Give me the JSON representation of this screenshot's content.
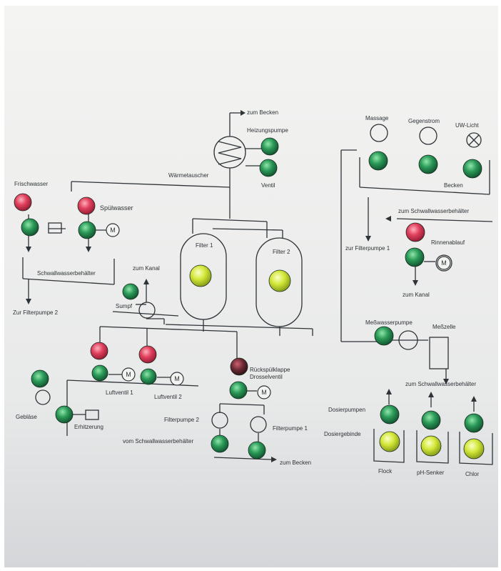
{
  "colors": {
    "panel_top": "#f3f3f1",
    "panel_bottom": "#d9dadc",
    "line": "#2e3338",
    "text": "#2d3236",
    "lamp_green": "#1d7a45",
    "lamp_green_light": "#6fd08e",
    "lamp_red": "#d8344f",
    "lamp_red_light": "#ff8fa0",
    "lamp_yellow": "#c6dc2a",
    "lamp_yellow_light": "#f6ff9c"
  },
  "labels": {
    "zum_becken_top": "zum Becken",
    "heizungspumpe": "Heizungspumpe",
    "ventil": "Ventil",
    "waermetauscher": "Wärmetauscher",
    "frischwasser": "Frischwasser",
    "spuelwasser": "Spülwasser",
    "schwallwasserbehaelter_left": "Schwallwasserbehälter",
    "zur_filterpumpe_2": "Zur Filterpumpe 2",
    "zum_kanal_left": "zum Kanal",
    "sumpf": "Sumpf",
    "filter_1": "Filter 1",
    "filter_2": "Filter 2",
    "luftventil_1": "Luftventil 1",
    "luftventil_2": "Luftventil 2",
    "rueckspuelklappe": "Rückspülklappe",
    "drosselventil": "Drosselventil",
    "gebläse": "Gebläse",
    "erhitzerung": "Erhitzerung",
    "filterpumpe_2": "Filterpumpe 2",
    "filterpumpe_1": "Filterpumpe 1",
    "zum_schwallwasserbehaelter_bottom": "vom Schwallwasserbehälter",
    "zum_becken_bottom": "zum Becken",
    "massage": "Massage",
    "gegenstrom": "Gegenstrom",
    "uv_licht": "UW-Licht",
    "becken": "Becken",
    "zum_schwallwasserbehaelter_right": "zum Schwallwasserbehälter",
    "zur_filterpumpe_1": "zur Filterpumpe 1",
    "rinnenablauf": "Rinnenablauf",
    "zum_kanal_right": "zum Kanal",
    "messwasserpumpe": "Meßwasserpumpe",
    "messzelle": "Meßzelle",
    "zum_schwallwasserbehaelter_right2": "zum Schwallwasserbehälter",
    "dosierpumpen": "Dosierpumpen",
    "dosiergebinde": "Dosiergebinde",
    "flock": "Flock",
    "ph_senker": "pH-Senker",
    "chlor": "Chlor",
    "motor_symbol": "M"
  }
}
